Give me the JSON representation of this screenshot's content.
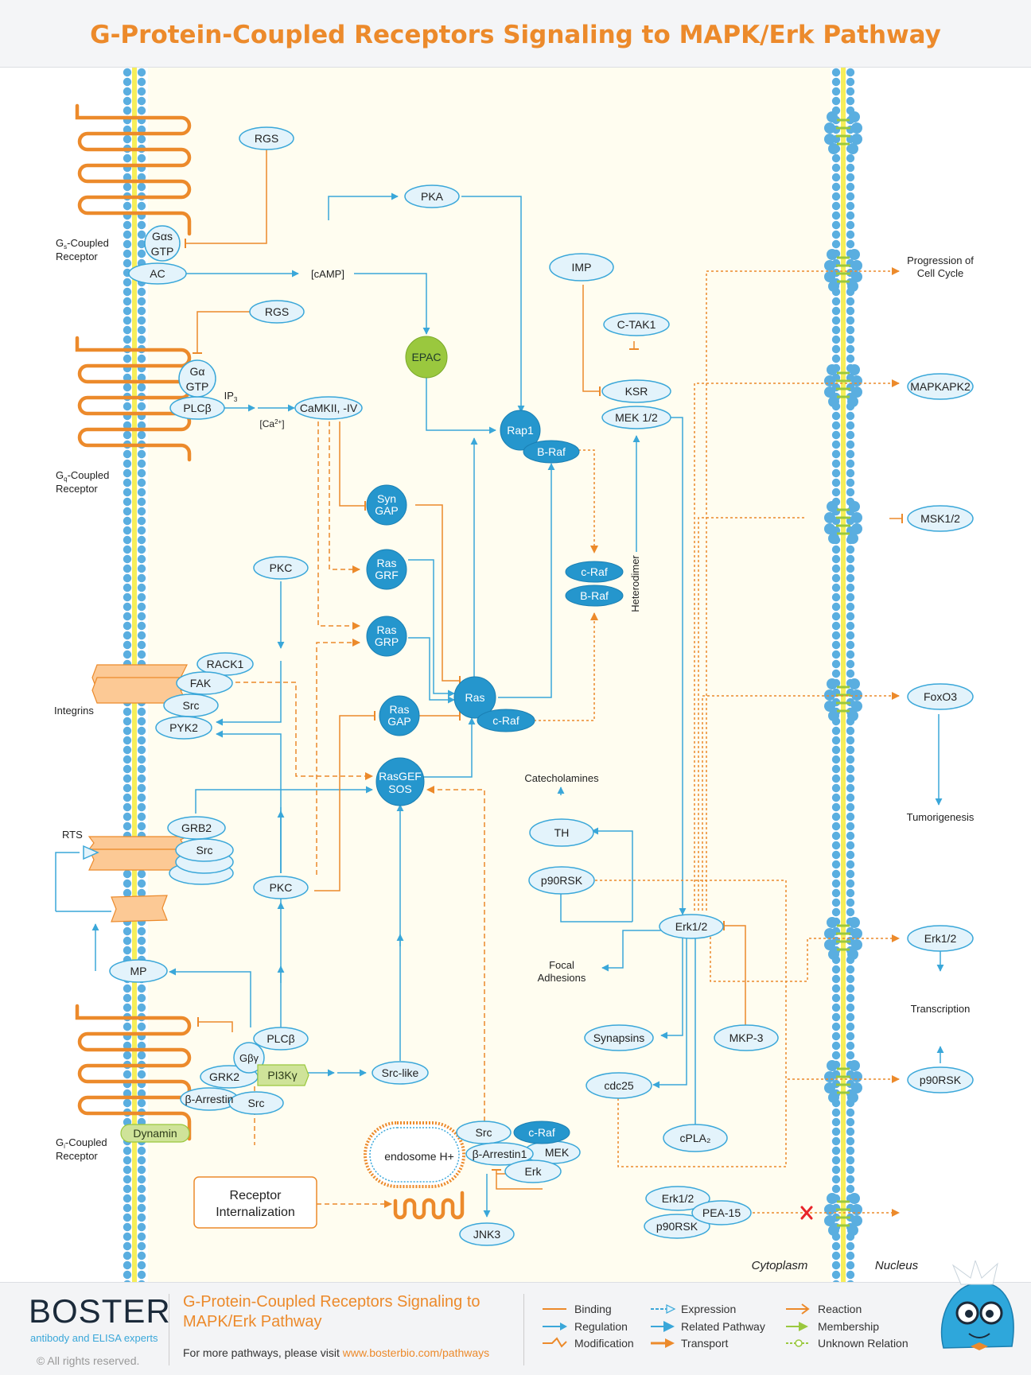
{
  "title": "G-Protein-Coupled Receptors Signaling to MAPK/Erk Pathway",
  "colors": {
    "accent": "#ec8a2b",
    "node_fill": "#e3f3fb",
    "node_stroke": "#3aa7d9",
    "dark_node": "#2596cd",
    "green_node": "#9ac83e",
    "pale_green": "#cfe399",
    "cytoplasm": "#fffdf0",
    "membrane_lipid": "#5aaee0",
    "membrane_core": "#f6ee5a"
  },
  "receptors": {
    "gs_main": "G",
    "gs_sub": "s",
    "gs_rest": "-Coupled",
    "gs_line2": "Receptor",
    "gq_main": "G",
    "gq_sub": "q",
    "gq_rest": "-Coupled",
    "gq_line2": "Receptor",
    "gi_main": "G",
    "gi_sub": "i",
    "gi_rest": "-Coupled",
    "gi_line2": "Receptor",
    "integrins": "Integrins",
    "rts": "RTS"
  },
  "nodes": {
    "rgs1": "RGS",
    "gas_1": "Gαs",
    "gas_2": "GTP",
    "ac": "AC",
    "camp": "[cAMP]",
    "pka": "PKA",
    "rgs2": "RGS",
    "ga_1": "Gα",
    "ga_2": "GTP",
    "plcb1": "PLCβ",
    "ip3_main": "IP",
    "ip3_sub": "3",
    "ca_main": "[Ca",
    "ca_sup": "2+",
    "ca_end": "]",
    "camk": "CaMKII, -IV",
    "epac": "EPAC",
    "imp": "IMP",
    "ctak1": "C-TAK1",
    "ksr": "KSR",
    "mek12": "MEK 1/2",
    "rap1": "Rap1",
    "braf1": "B-Raf",
    "syngap_1": "Syn",
    "syngap_2": "GAP",
    "rasgrf_1": "Ras",
    "rasgrf_2": "GRF",
    "rasgrp_1": "Ras",
    "rasgrp_2": "GRP",
    "craf_h": "c-Raf",
    "braf_h": "B-Raf",
    "heterodimer": "Heterodimer",
    "pkc1": "PKC",
    "rack1": "RACK1",
    "fak": "FAK",
    "src1": "Src",
    "pyk2": "PYK2",
    "ras": "Ras",
    "craf2": "c-Raf",
    "rasgap_1": "Ras",
    "rasgap_2": "GAP",
    "rasgef_1": "RasGEF",
    "rasgef_2": "SOS",
    "catecholamines": "Catecholamines",
    "th": "TH",
    "p90rsk1": "p90RSK",
    "erk_c": "Erk1/2",
    "focal_1": "Focal",
    "focal_2": "Adhesions",
    "grb2": "GRB2",
    "src2": "Src",
    "pkc2": "PKC",
    "mp": "MP",
    "plcb2": "PLCβ",
    "gby": "Gβγ",
    "grk2": "GRK2",
    "pi3k": "PI3Kγ",
    "src_like": "Src-like",
    "barr": "β-Arrestin",
    "src3": "Src",
    "dynamin": "Dynamin",
    "receptor_int_1": "Receptor",
    "receptor_int_2": "Internalization",
    "endosome": "endosome H+",
    "src_e": "Src",
    "craf_e": "c-Raf",
    "barr1_e": "β-Arrestin1",
    "mek_e": "MEK",
    "erk_e": "Erk",
    "jnk3": "JNK3",
    "synapsins": "Synapsins",
    "cdc25": "cdc25",
    "cpla2": "cPLA₂",
    "mkp3": "MKP-3",
    "erk_b": "Erk1/2",
    "pea15": "PEA-15",
    "p90rsk_b": "p90RSK",
    "cytoplasm": "Cytoplasm",
    "nucleus": "Nucleus"
  },
  "nucleus_targets": {
    "cell_cycle_1": "Progression of",
    "cell_cycle_2": "Cell Cycle",
    "mapkapk2": "MAPKAPK2",
    "msk12": "MSK1/2",
    "foxo3": "FoxO3",
    "tumorigenesis": "Tumorigenesis",
    "erk_n": "Erk1/2",
    "transcription": "Transcription",
    "p90rsk_n": "p90RSK"
  },
  "footer": {
    "logo_text": "BOSTER",
    "logo_sub": "antibody and ELISA experts",
    "copyright": "© All rights reserved.",
    "title_line1": "G-Protein-Coupled Receptors Signaling to",
    "title_line2": "MAPK/Erk Pathway",
    "visit_prefix": "For more pathways, please visit ",
    "visit_link": "www.bosterbio.com/pathways"
  },
  "legend": [
    {
      "label": "Binding",
      "icon": "binding-line"
    },
    {
      "label": "Regulation",
      "icon": "regulation-arrow"
    },
    {
      "label": "Modification",
      "icon": "modification-line"
    },
    {
      "label": "Expression",
      "icon": "expression-arrow"
    },
    {
      "label": "Related Pathway",
      "icon": "related-pathway-arrow"
    },
    {
      "label": "Transport",
      "icon": "transport-arrow"
    },
    {
      "label": "Reaction",
      "icon": "reaction-arrow"
    },
    {
      "label": "Membership",
      "icon": "membership-arrow"
    },
    {
      "label": "Unknown Relation",
      "icon": "unknown-relation-line"
    }
  ]
}
